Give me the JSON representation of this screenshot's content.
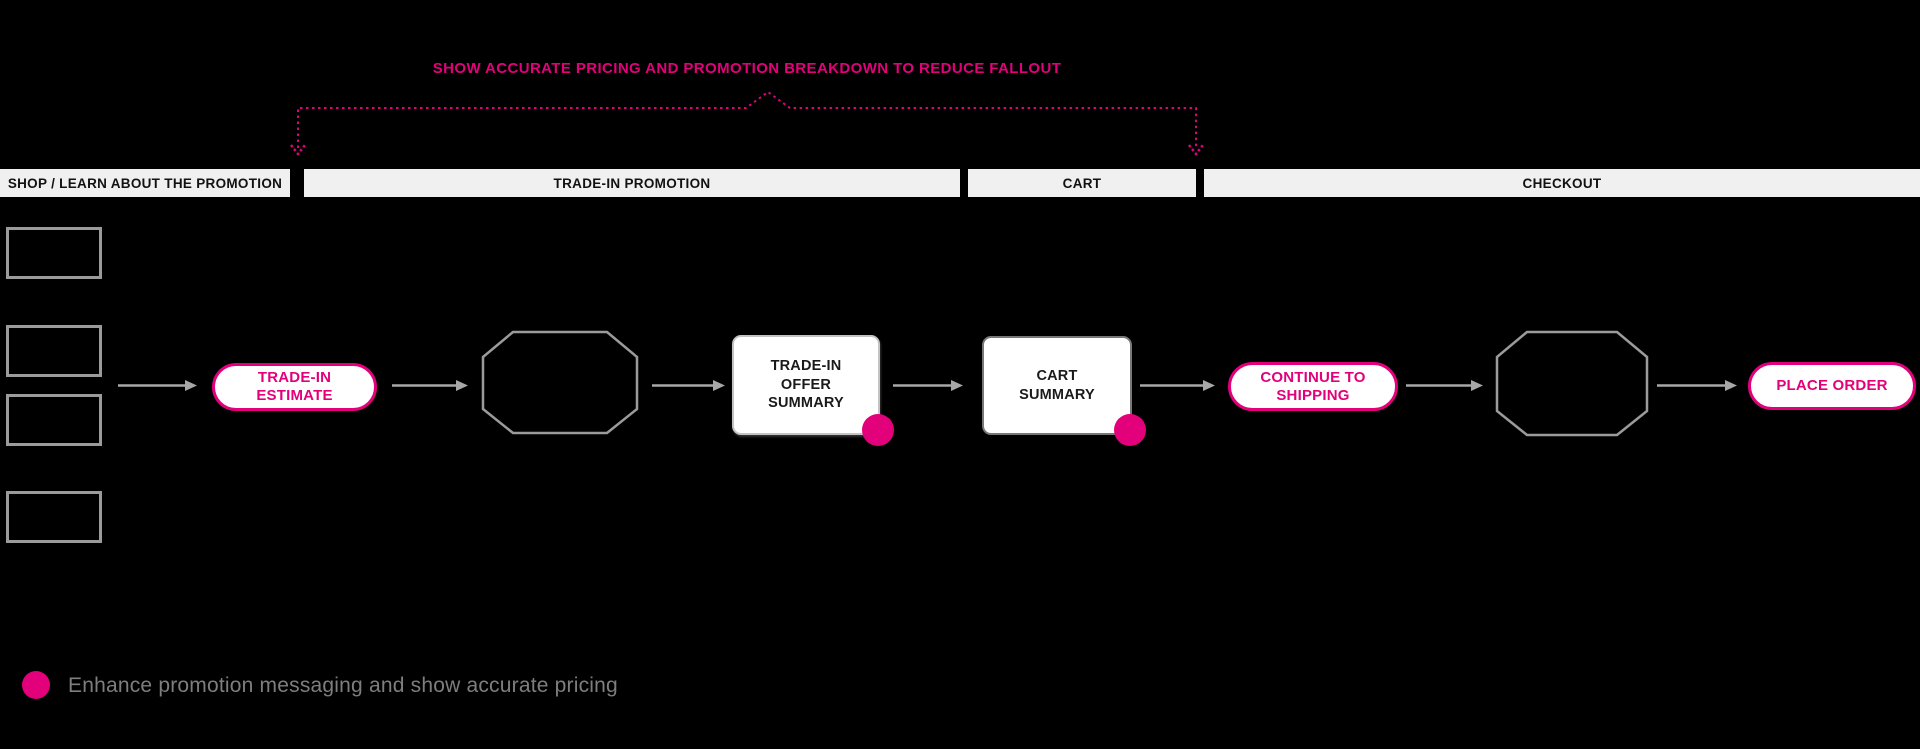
{
  "annotation": {
    "text": "SHOW ACCURATE PRICING AND PROMOTION BREAKDOWN TO REDUCE FALLOUT"
  },
  "stages": [
    {
      "label": "SHOP / LEARN ABOUT THE PROMOTION"
    },
    {
      "label": "TRADE-IN PROMOTION"
    },
    {
      "label": "CART"
    },
    {
      "label": "CHECKOUT"
    }
  ],
  "nodes": {
    "trade_in_estimate": {
      "label": "TRADE-IN ESTIMATE",
      "type": "pill"
    },
    "trade_in_offer_summary": {
      "label": "TRADE-IN OFFER SUMMARY",
      "type": "card",
      "flagged": true
    },
    "cart_summary": {
      "label": "CART SUMMARY",
      "type": "card",
      "flagged": true
    },
    "continue_to_shipping": {
      "label": "CONTINUE TO SHIPPING",
      "type": "pill"
    },
    "place_order": {
      "label": "PLACE ORDER",
      "type": "pill"
    }
  },
  "legend": {
    "text": "Enhance promotion messaging and show accurate pricing"
  },
  "colors": {
    "background": "#000000",
    "magenta": "#E2017B",
    "stage_bar_bg": "#F0F0F0",
    "stage_bar_text": "#121212",
    "line_gray": "#9B9B9B",
    "legend_text": "#7E7E7E"
  }
}
